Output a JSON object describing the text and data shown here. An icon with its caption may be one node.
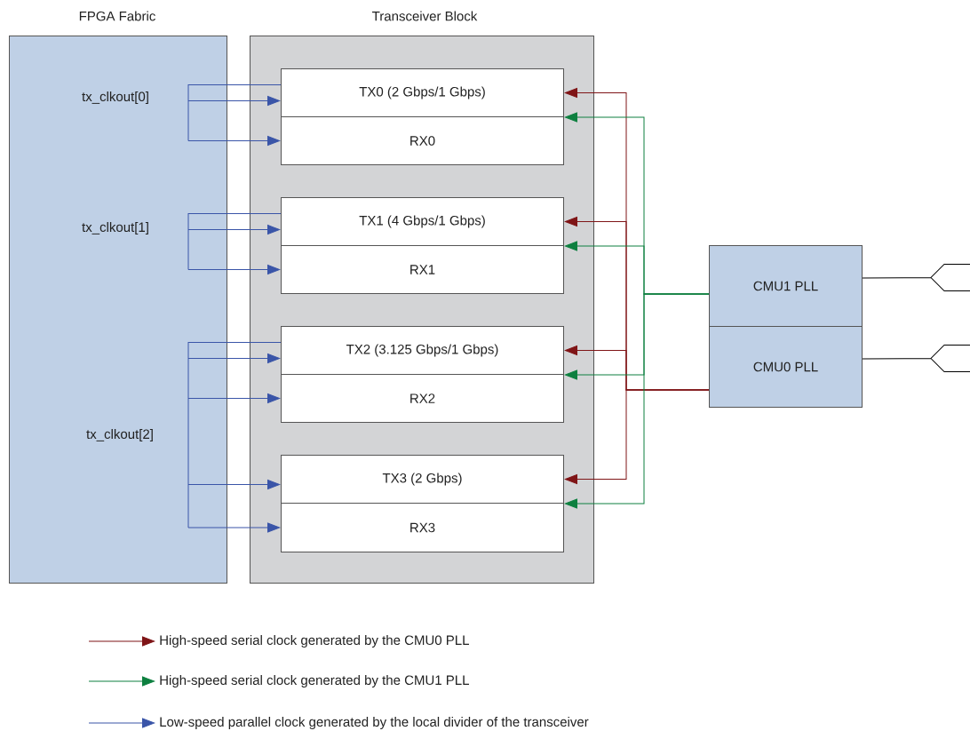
{
  "diagram": {
    "nodes": [
      {
        "text": [
          "FPGA Fabric",
          "tx_clkout[0]",
          "tx_clkout[1]",
          "tx_clkout[2]"
        ]
      },
      {
        "text": [
          "Transceiver Block"
        ]
      },
      {
        "text": [
          "TX0 (2 Gbps/1 Gbps)"
        ],
        "in": 1
      },
      {
        "text": [
          "RX0"
        ],
        "in": 1
      },
      {
        "text": [
          "TX1 (4 Gbps/1 Gbps)"
        ],
        "in": 1
      },
      {
        "text": [
          "RX1"
        ],
        "in": 1
      },
      {
        "text": [
          "TX2 (3.125 Gbps/1 Gbps)"
        ],
        "in": 1
      },
      {
        "text": [
          "RX2"
        ],
        "in": 1
      },
      {
        "text": [
          "TX3 (2 Gbps)"
        ],
        "in": 1
      },
      {
        "text": [
          "RX3"
        ],
        "in": 1
      },
      {
        "text": [
          "CMU1 PLL"
        ]
      },
      {
        "text": [
          "CMU0 PLL"
        ]
      }
    ],
    "edges": [
      {
        "from": 2,
        "to": 0,
        "arrow": "none"
      },
      {
        "from": 0,
        "to": 2,
        "arrow": "to"
      },
      {
        "from": 0,
        "to": 3,
        "arrow": "to"
      },
      {
        "from": 4,
        "to": 0,
        "arrow": "none"
      },
      {
        "from": 0,
        "to": 4,
        "arrow": "to"
      },
      {
        "from": 0,
        "to": 5,
        "arrow": "to"
      },
      {
        "from": 6,
        "to": 0,
        "arrow": "none"
      },
      {
        "from": 0,
        "to": 6,
        "arrow": "to"
      },
      {
        "from": 0,
        "to": 7,
        "arrow": "to"
      },
      {
        "from": 0,
        "to": 8,
        "arrow": "to"
      },
      {
        "from": 0,
        "to": 9,
        "arrow": "to"
      },
      {
        "from": 11,
        "to": 2,
        "arrow": "to",
        "color": "#7f1517"
      },
      {
        "from": 11,
        "to": 4,
        "arrow": "to",
        "color": "#7f1517"
      },
      {
        "from": 11,
        "to": 6,
        "arrow": "to",
        "color": "#7f1517"
      },
      {
        "from": 11,
        "to": 8,
        "arrow": "to",
        "color": "#7f1517"
      },
      {
        "from": 10,
        "to": 2,
        "arrow": "to",
        "color": "#0e8040"
      },
      {
        "from": 10,
        "to": 4,
        "arrow": "to",
        "color": "#0e8040"
      },
      {
        "from": 10,
        "to": 6,
        "arrow": "to",
        "color": "#0e8040"
      },
      {
        "from": 10,
        "to": 8,
        "arrow": "to",
        "color": "#0e8040"
      },
      {
        "from": null,
        "to": 10,
        "arrow": "none",
        "color": "#000000"
      },
      {
        "from": null,
        "to": 11,
        "arrow": "none",
        "color": "#000000"
      }
    ],
    "legend": [
      {
        "text": "High-speed serial clock generated by the CMU0 PLL"
      },
      {
        "text": "High-speed serial clock generated by the CMU1 PLL"
      },
      {
        "text": "Low-speed parallel clock generated by the local divider of the transceiver"
      }
    ]
  }
}
